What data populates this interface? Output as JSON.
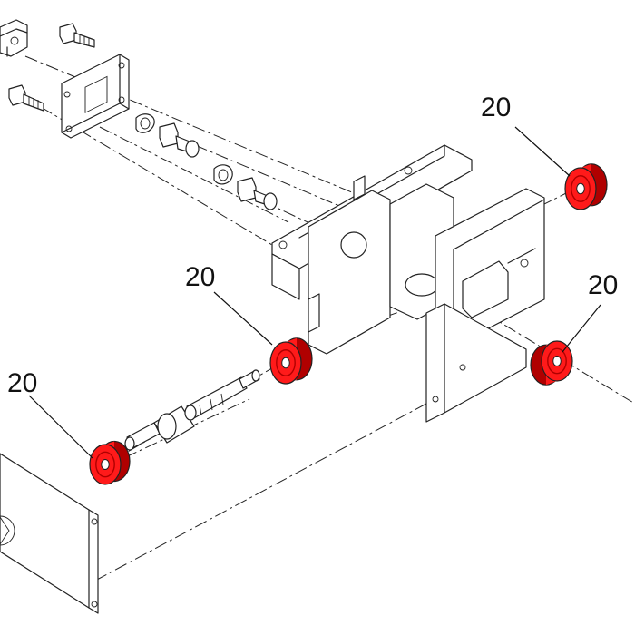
{
  "diagram": {
    "callouts": [
      {
        "id": "callout-top-right",
        "number": "20"
      },
      {
        "id": "callout-middle",
        "number": "20"
      },
      {
        "id": "callout-right",
        "number": "20"
      },
      {
        "id": "callout-left",
        "number": "20"
      }
    ],
    "colors": {
      "highlight": "#ff1a1a",
      "highlight_dark": "#b00000",
      "line": "#222222",
      "background": "#ffffff"
    }
  }
}
